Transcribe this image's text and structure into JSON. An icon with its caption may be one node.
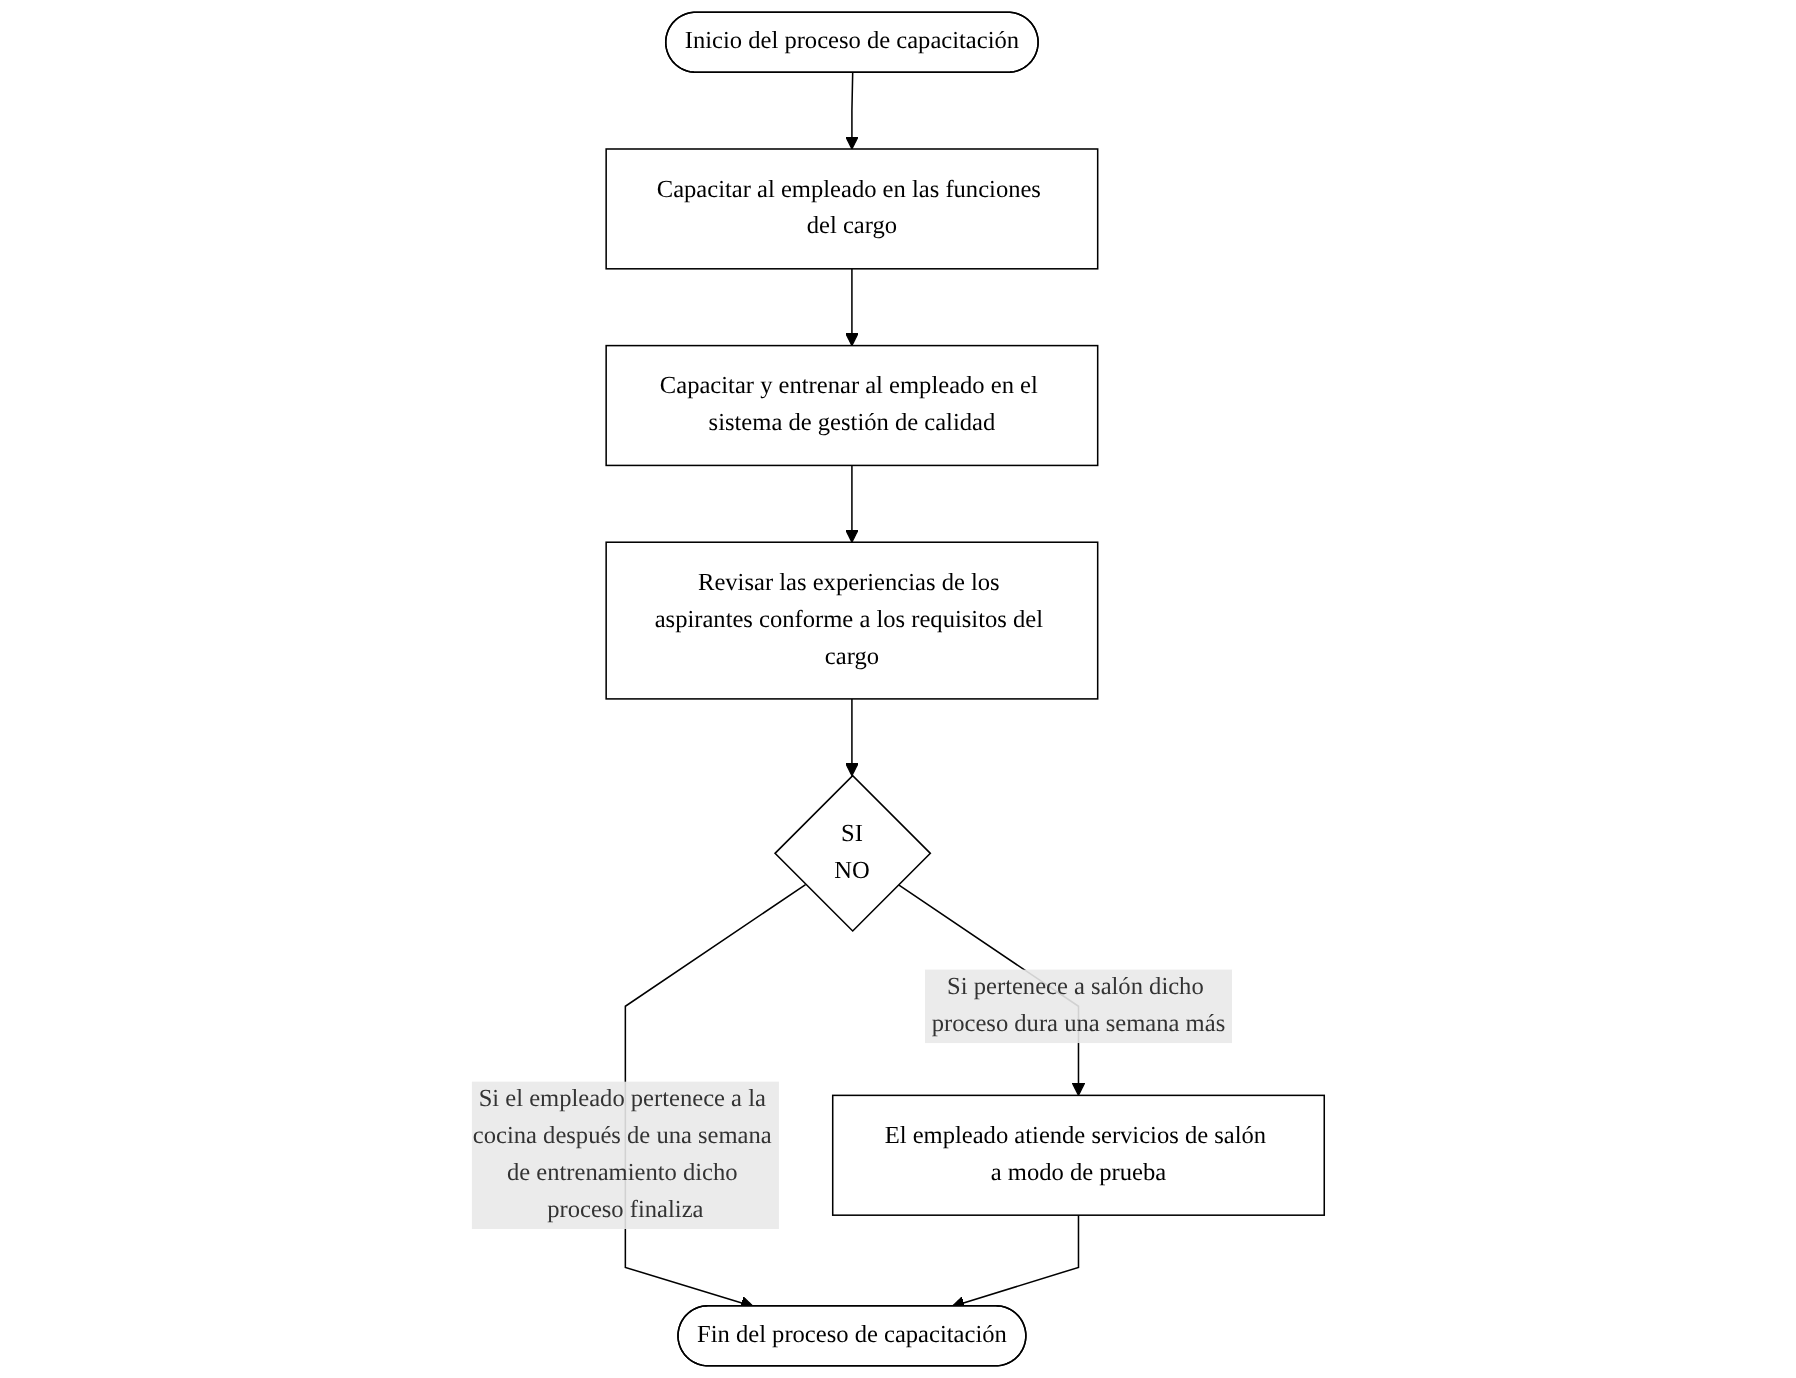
{
  "diagram": {
    "nodes": [
      {
        "text": [
          "Inicio del proceso de capacitación"
        ]
      },
      {
        "text": [
          "Capacitar al empleado en las funciones del cargo"
        ]
      },
      {
        "text": [
          "Capacitar y entrenar al empleado en el sistema de gestión de calidad"
        ]
      },
      {
        "text": [
          "Revisar las experiencias de los aspirantes conforme a los requisitos del cargo"
        ]
      },
      {
        "text": [
          "SI",
          "NO"
        ]
      },
      {
        "text": [
          "El empleado atiende servicios de salón a modo de prueba"
        ]
      },
      {
        "text": [
          "Fin del proceso de capacitación"
        ]
      }
    ],
    "edges": [
      {
        "from": 0,
        "to": 1,
        "arrow": "to"
      },
      {
        "from": 1,
        "to": 2,
        "arrow": "to"
      },
      {
        "from": 2,
        "to": 3,
        "arrow": "to"
      },
      {
        "from": 3,
        "to": 4,
        "arrow": "to"
      },
      {
        "from": 4,
        "to": 6,
        "arrow": "to",
        "label": "Si el empleado pertenece a la cocina después de una semana de entrenamiento dicho proceso finaliza"
      },
      {
        "from": 4,
        "to": 5,
        "arrow": "to",
        "label": "Si pertenece a salón dicho proceso dura una semana más"
      },
      {
        "from": 5,
        "to": 6,
        "arrow": "to"
      }
    ]
  }
}
